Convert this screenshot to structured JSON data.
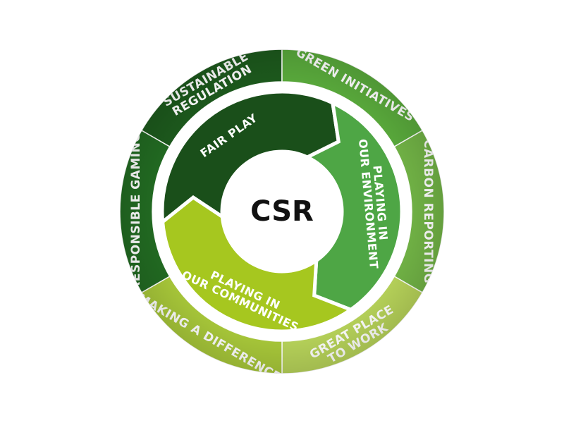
{
  "center": {
    "label": "CSR"
  },
  "outer_segments": [
    {
      "id": "sustainable-regulation",
      "lines": [
        "SUSTAINABLE",
        "REGULATION"
      ],
      "color": "#1d5a1d"
    },
    {
      "id": "green-initiatives",
      "lines": [
        "GREEN INITIATIVES"
      ],
      "color": "#5aab3c"
    },
    {
      "id": "carbon-reporting",
      "lines": [
        "CARBON REPORTING"
      ],
      "color": "#72b446"
    },
    {
      "id": "great-place-to-work",
      "lines": [
        "GREAT PLACE",
        "TO WORK"
      ],
      "color": "#b8d45a"
    },
    {
      "id": "making-a-difference",
      "lines": [
        "MAKING A DIFFERENCE"
      ],
      "color": "#a9c93a"
    },
    {
      "id": "responsible-gaming",
      "lines": [
        "RESPONSIBLE GAMING"
      ],
      "color": "#226b22"
    }
  ],
  "inner_segments": [
    {
      "id": "fair-play",
      "lines": [
        "FAIR PLAY"
      ],
      "color": "#1a4f1a"
    },
    {
      "id": "playing-in-our-environment",
      "lines": [
        "PLAYING IN",
        "OUR ENVIRONMENT"
      ],
      "color": "#4ea645"
    },
    {
      "id": "playing-in-our-communities",
      "lines": [
        "PLAYING IN",
        "OUR COMMUNITIES"
      ],
      "color": "#a6c71f"
    }
  ],
  "colors": {
    "ring_background": "#ffffff",
    "center_text": "#111111"
  }
}
